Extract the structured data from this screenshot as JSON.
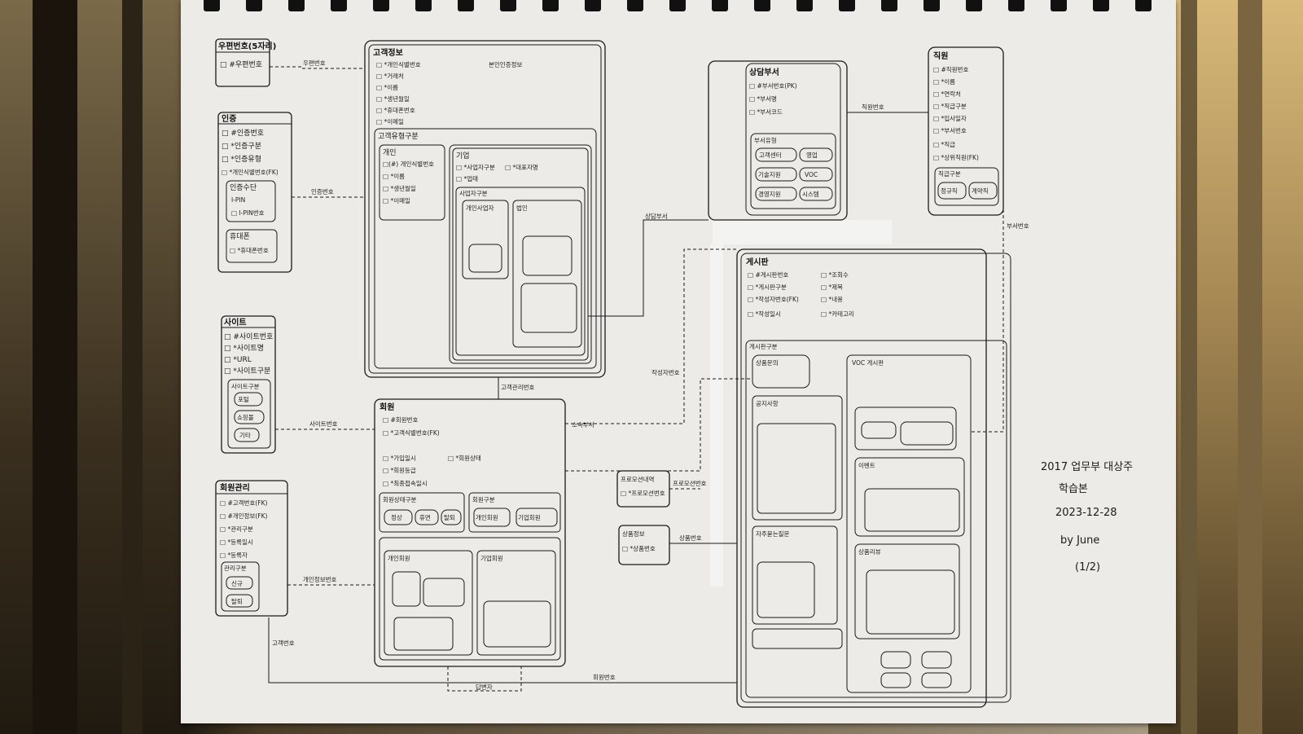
{
  "note": {
    "line1": "2017 업무부 대상주",
    "line2": "학습본",
    "line3": "2023-12-28",
    "line4": "by June",
    "line5": "(1/2)"
  },
  "entities": {
    "postal": {
      "title": "우편번호(5자리)",
      "fields": [
        "□ #우편번호"
      ]
    },
    "auth": {
      "title": "인증",
      "fields": [
        "□ #인증번호",
        "□ *인증구분",
        "□ *인증유형",
        "□ *개인식별번호(FK)"
      ],
      "sub1": "인증수단",
      "sub1_items": [
        "I-PIN",
        "□ I-PIN번호"
      ],
      "sub2": "휴대폰",
      "sub2_items": [
        "□ *휴대폰번호"
      ]
    },
    "site": {
      "title": "사이트",
      "fields": [
        "□ #사이트번호",
        "□ *사이트명",
        "□ *URL",
        "□ *사이트구분"
      ],
      "sub": "사이트구분",
      "sub_items": [
        "포털",
        "쇼핑몰",
        "기타"
      ]
    },
    "member_mgmt": {
      "title": "회원관리",
      "fields": [
        "□ #고객번호(FK)",
        "□ #개인정보(FK)",
        "□ *관리구분",
        "□ *등록일시",
        "□ *등록자"
      ],
      "sub": "관리구분",
      "sub_items": [
        "신규",
        "탈퇴"
      ]
    },
    "customer": {
      "title": "고객정보",
      "fields": [
        "□ *개인식별번호",
        "□ *거래처",
        "□ *이름",
        "□ *생년월일",
        "□ *휴대폰번호",
        "□ *이메일"
      ],
      "sub": "고객유형구분",
      "individual": "개인",
      "individual_fields": [
        "□(#) 개인식별번호",
        "□ *이름",
        "□ *생년월일",
        "□ *이메일"
      ],
      "corp": "기업",
      "corp_fields": [
        "□ *사업자구분",
        "□ *대표자명",
        "□ *업태"
      ],
      "corp_sub": "사업자구분",
      "private_biz": "개인사업자",
      "corp_biz": "법인",
      "ptitle": "본인인증정보"
    },
    "member": {
      "title": "회원",
      "fields": [
        "□ #회원번호",
        "□ *고객식별번호(FK)",
        "□ *가입일시",
        "□ *회원등급",
        "□ *회원상태",
        "□ *최종접속일시"
      ],
      "sub1": "회원상태구분",
      "sub1_items": [
        "정상",
        "휴면",
        "탈퇴"
      ],
      "sub2": "회원구분",
      "sub2_items": [
        "개인회원",
        "기업회원"
      ],
      "sub3": "개인회원",
      "sub4": "기업회원"
    },
    "product_option": {
      "title": "프로모션내역",
      "fields": [
        "□ *프로모션번호"
      ]
    },
    "product": {
      "title": "상품정보",
      "fields": [
        "□ *상품번호"
      ]
    },
    "staff_dept": {
      "title": "상담부서",
      "fields": [
        "□ #부서번호(PK)",
        "□ *부서명",
        "□ *부서코드"
      ],
      "sub": "부서유형",
      "sub_items": [
        "고객센터",
        "영업",
        "기술지원",
        "VOC",
        "경영지원",
        "시스템"
      ]
    },
    "staff": {
      "title": "직원",
      "fields": [
        "□ #직원번호",
        "□ *이름",
        "□ *연락처",
        "□ *직급구분",
        "□ *입사일자",
        "□ *부서번호",
        "□ *직급",
        "□ *상위직원(FK)"
      ],
      "sub": "직급구분",
      "sub_items": [
        "정규직",
        "계약직"
      ]
    },
    "post": {
      "title": "게시판",
      "fields": [
        "□ #게시판번호",
        "□ *게시판구분",
        "□ *작성자번호(FK)",
        "□ *작성일시",
        "□ *조회수",
        "□ *제목",
        "□ *내용",
        "□ *카테고리"
      ],
      "sub": "게시판구분",
      "qna": "상품문의",
      "voc": "VOC 게시판",
      "notice": "공지사항",
      "faq": "자주묻는질문",
      "event": "이벤트",
      "review": "상품리뷰"
    }
  },
  "relations": {
    "r1": "우편번호",
    "r2": "인증번호",
    "r3": "사이트번호",
    "r4": "개인정보번호",
    "r5": "고객번호",
    "r6": "회원번호",
    "r7": "직원번호",
    "r8": "부서번호",
    "r9": "상품번호",
    "r10": "프로모션번호",
    "r11": "고객관리번호",
    "r12": "상담부서",
    "r13": "소속부서",
    "r14": "답변자",
    "r15": "작성자번호"
  }
}
